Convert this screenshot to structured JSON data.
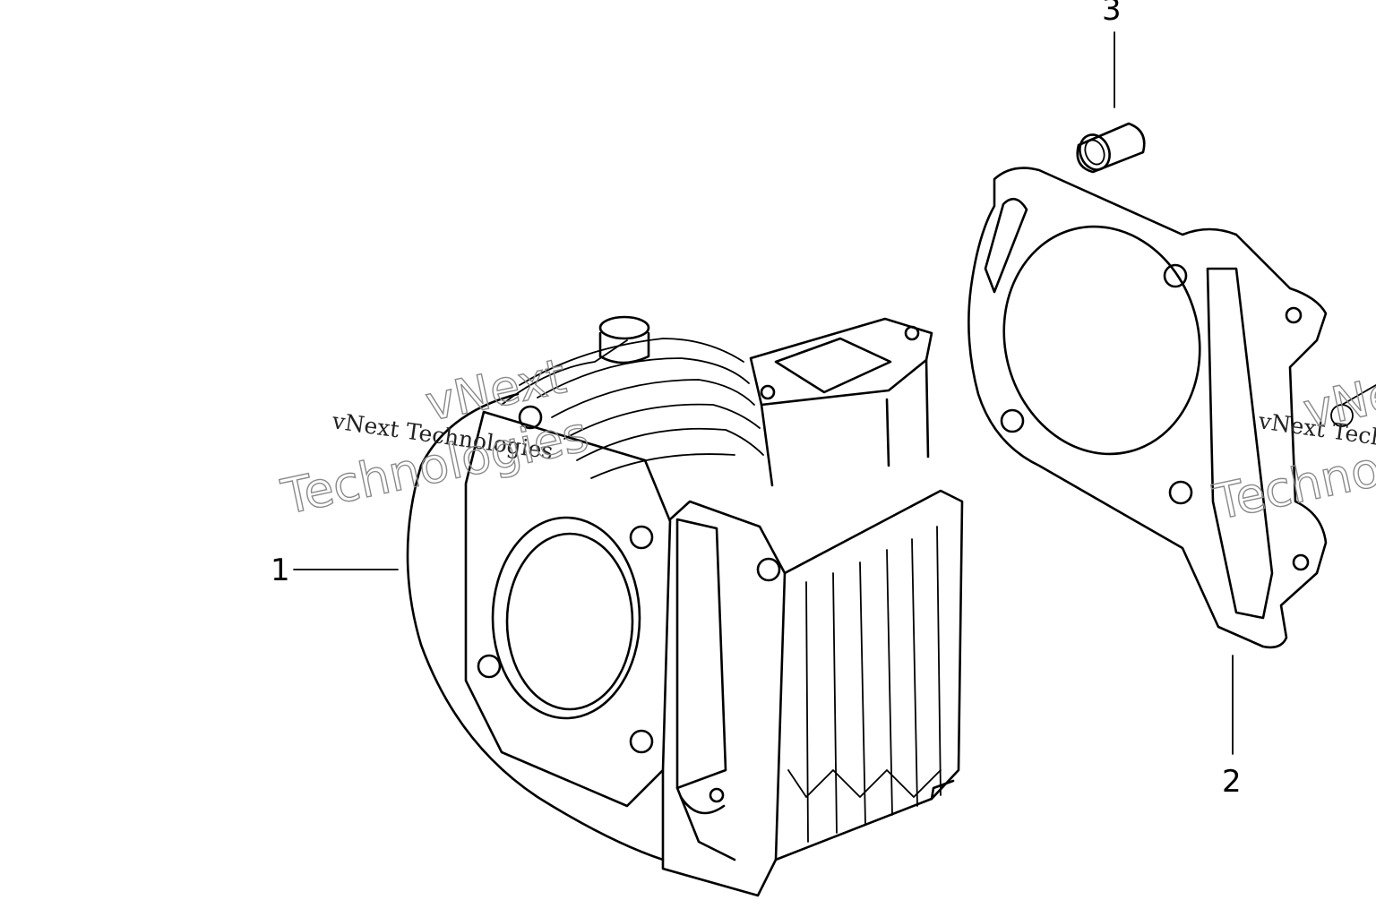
{
  "diagram": {
    "callouts": [
      {
        "id": "1",
        "label": "1"
      },
      {
        "id": "2",
        "label": "2"
      },
      {
        "id": "3",
        "label": "3"
      }
    ],
    "watermarks": [
      {
        "serif": "vNext Technologies",
        "outline_line1": "vNext",
        "outline_line2": "Technologies"
      },
      {
        "serif": "vNext Technologies",
        "outline_line1": "vNext",
        "outline_line2": "Technologies"
      }
    ],
    "colors": {
      "line": "#000000",
      "background": "#ffffff",
      "watermark": "#8a8a8a"
    }
  }
}
